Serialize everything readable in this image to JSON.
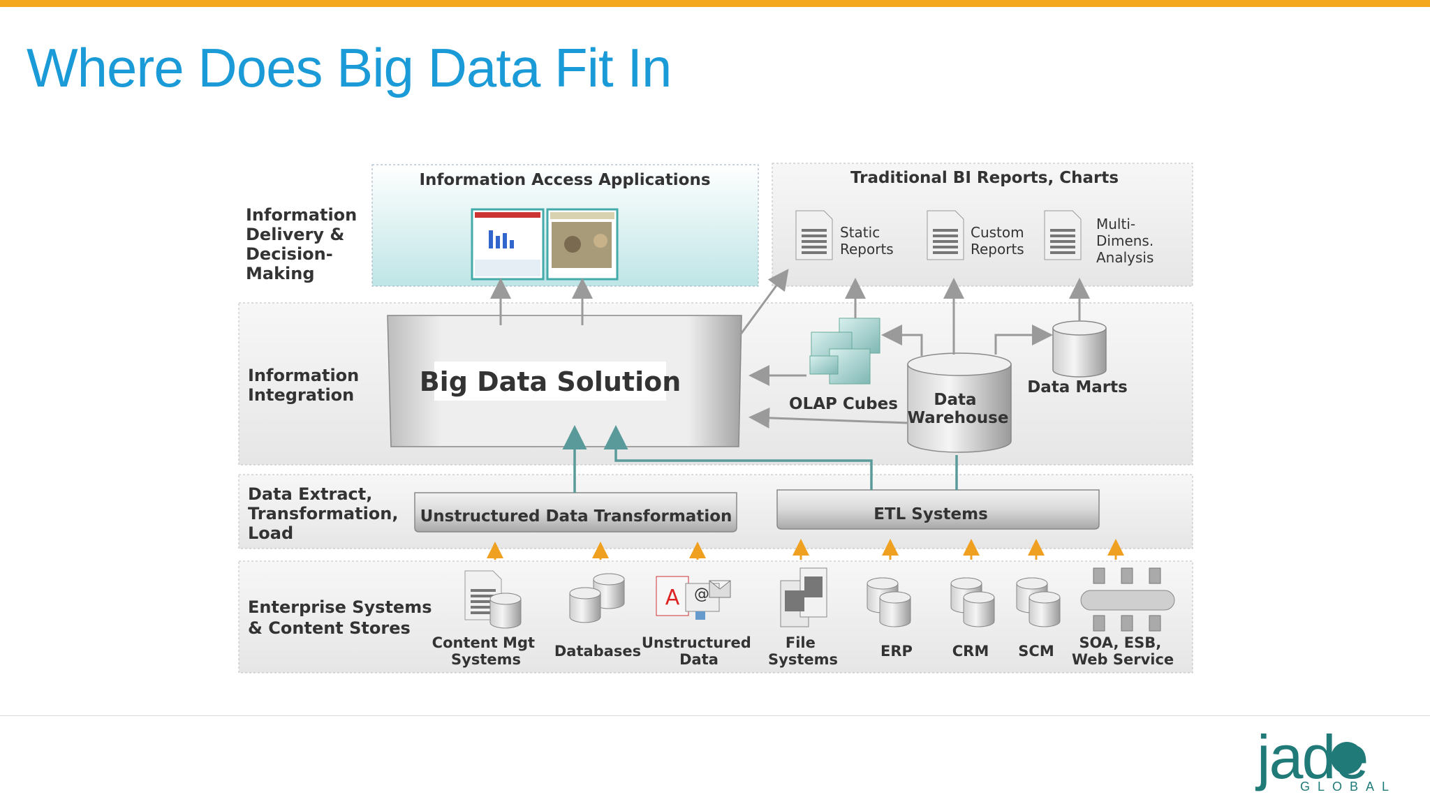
{
  "slide": {
    "title": "Where Does Big Data Fit In",
    "accent_color": "#f4a81d",
    "title_color": "#1a9bd7"
  },
  "layers": {
    "delivery": "Information Delivery & Decision-Making",
    "delivery_lines": [
      "Information",
      "Delivery &",
      "Decision-",
      "Making"
    ],
    "integration_lines": [
      "Information",
      "Integration"
    ],
    "etl_lines": [
      "Data Extract,",
      "Transformation,",
      "Load"
    ],
    "sources_lines": [
      "Enterprise Systems",
      "& Content Stores"
    ]
  },
  "boxes": {
    "access_apps": "Information Access Applications",
    "traditional_bi": "Traditional BI Reports, Charts",
    "big_data": "Big Data Solution",
    "unstructured_transform": "Unstructured Data Transformation",
    "etl": "ETL Systems"
  },
  "reports": [
    {
      "lines": [
        "Static",
        "Reports"
      ]
    },
    {
      "lines": [
        "Custom",
        "Reports"
      ]
    },
    {
      "lines": [
        "Multi-",
        "Dimens.",
        "Analysis"
      ]
    }
  ],
  "integration_items": {
    "olap": "OLAP Cubes",
    "dw_lines": [
      "Data",
      "Warehouse"
    ],
    "marts": "Data Marts"
  },
  "sources": [
    {
      "lines": [
        "Content Mgt",
        "Systems"
      ],
      "icon": "document-database-icon"
    },
    {
      "lines": [
        "Databases"
      ],
      "icon": "database-icon"
    },
    {
      "lines": [
        "Unstructured",
        "Data"
      ],
      "icon": "files-icon"
    },
    {
      "lines": [
        "File",
        "Systems"
      ],
      "icon": "server-icon"
    },
    {
      "lines": [
        "ERP"
      ],
      "icon": "database-icon"
    },
    {
      "lines": [
        "CRM"
      ],
      "icon": "database-icon"
    },
    {
      "lines": [
        "SCM"
      ],
      "icon": "database-icon"
    },
    {
      "lines": [
        "SOA, ESB,",
        "Web Service"
      ],
      "icon": "service-bus-icon"
    }
  ],
  "logo": {
    "word": "jade",
    "sub": "GLOBAL"
  }
}
